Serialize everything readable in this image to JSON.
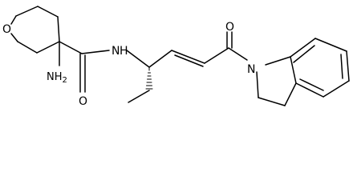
{
  "molecule": {
    "atoms": {
      "ring_oxygen": "O",
      "amino": "NH2",
      "amide_nitrogen": "N",
      "amide_hydrogen": "H",
      "amide_oxygen": "O",
      "ketone_oxygen": "O",
      "indoline_nitrogen": "N"
    }
  },
  "colors": {
    "bond": "#000000",
    "label": "#000000",
    "background": "#ffffff"
  }
}
